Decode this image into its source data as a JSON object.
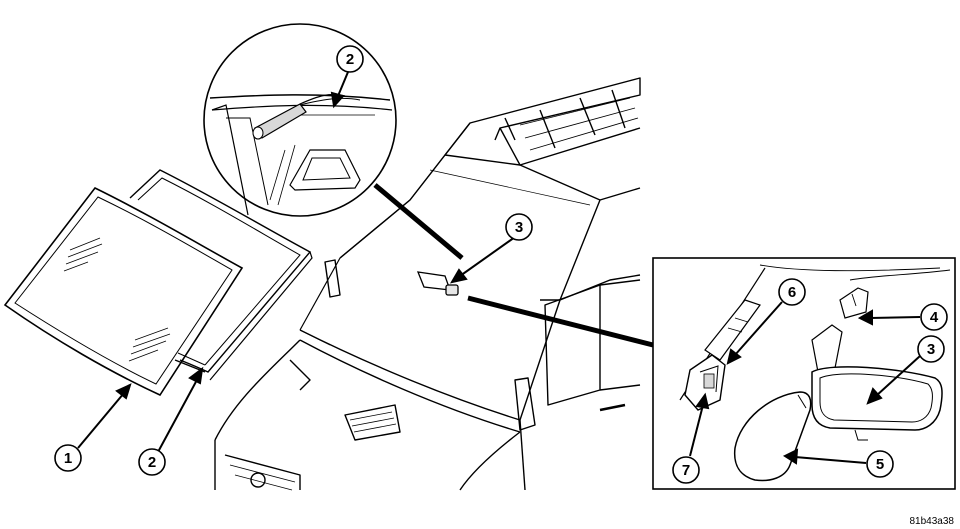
{
  "callouts": {
    "c1": "1",
    "c2_detail": "2",
    "c2_main": "2",
    "c3_main": "3",
    "c3_inset": "3",
    "c4": "4",
    "c5": "5",
    "c6": "6",
    "c7": "7"
  },
  "figure_code": "81b43a38",
  "colors": {
    "line": "#000000",
    "fill": "#ffffff",
    "shade": "#d8d8d8"
  }
}
